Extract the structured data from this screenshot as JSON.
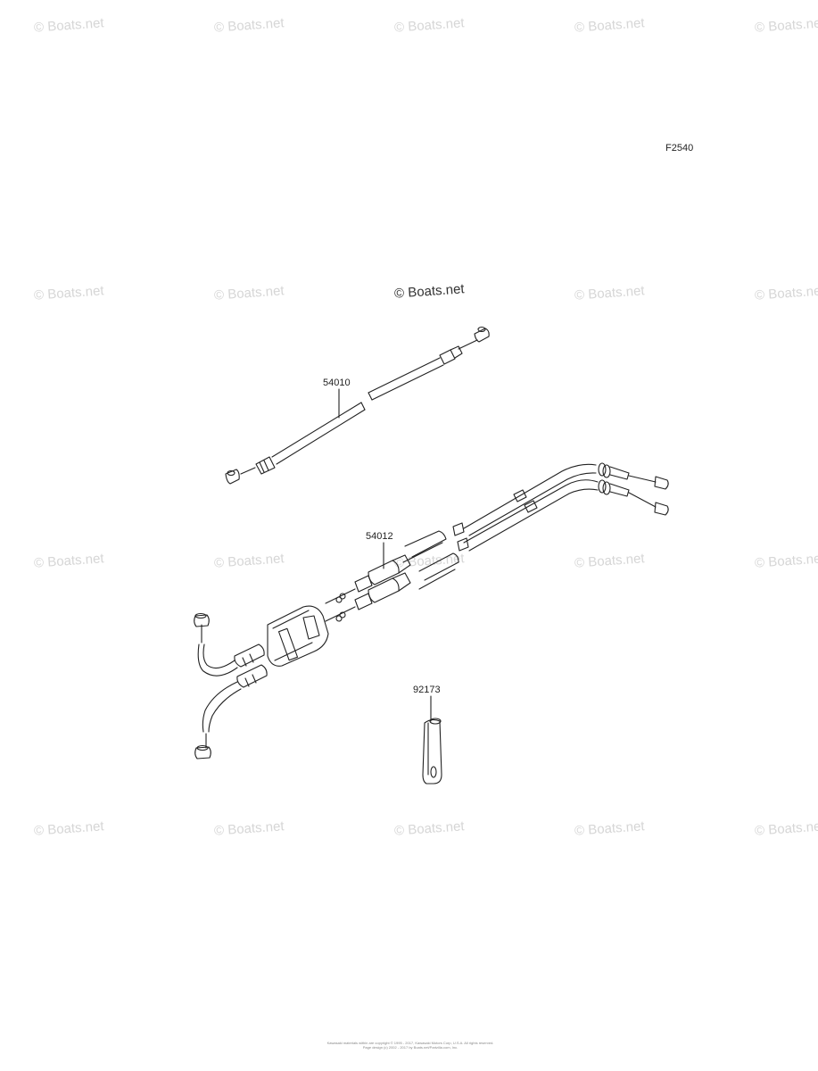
{
  "watermark": {
    "text": "© Boats.net",
    "center_text": "© Boats.net"
  },
  "figure_code": "F2540",
  "parts": [
    {
      "number": "54010"
    },
    {
      "number": "54012"
    },
    {
      "number": "92173"
    }
  ],
  "footer": {
    "line1": "Kawasaki materials within are copyright © 1995 - 2017, Kawasaki Motors Corp, U.S.A. All rights reserved.",
    "line2": "Page design (c) 2002 - 2017 by Boats.net/Partzilla.com, Inc."
  },
  "colors": {
    "line": "#222222",
    "watermark": "#d6d6d6"
  }
}
